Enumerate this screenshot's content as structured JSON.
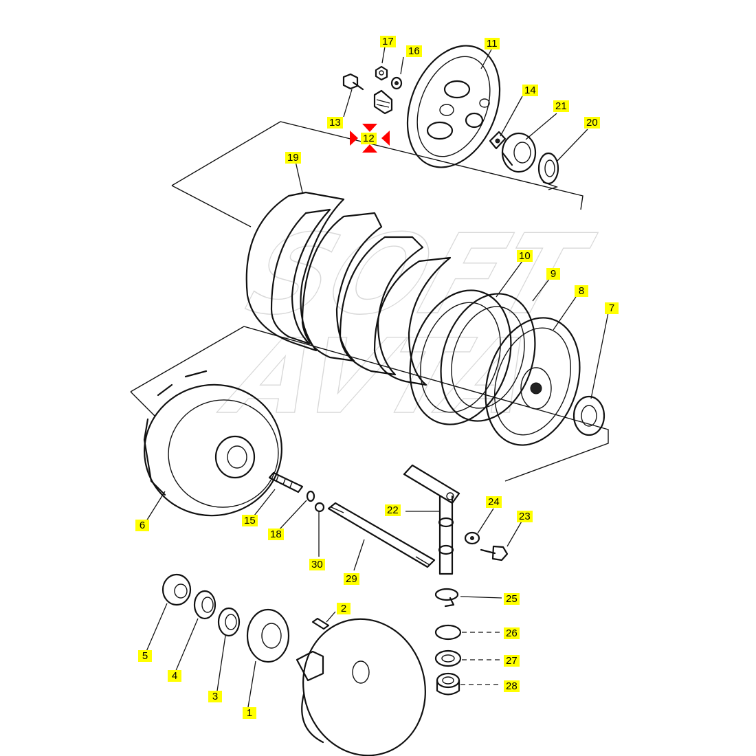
{
  "callouts": [
    {
      "id": "p1",
      "label": "1"
    },
    {
      "id": "p2",
      "label": "2"
    },
    {
      "id": "p3",
      "label": "3"
    },
    {
      "id": "p4",
      "label": "4"
    },
    {
      "id": "p5",
      "label": "5"
    },
    {
      "id": "p6",
      "label": "6"
    },
    {
      "id": "p7",
      "label": "7"
    },
    {
      "id": "p8",
      "label": "8"
    },
    {
      "id": "p9",
      "label": "9"
    },
    {
      "id": "p10",
      "label": "10"
    },
    {
      "id": "p11",
      "label": "11"
    },
    {
      "id": "p12",
      "label": "12"
    },
    {
      "id": "p13",
      "label": "13"
    },
    {
      "id": "p14",
      "label": "14"
    },
    {
      "id": "p15",
      "label": "15"
    },
    {
      "id": "p16",
      "label": "16"
    },
    {
      "id": "p17",
      "label": "17"
    },
    {
      "id": "p18",
      "label": "18"
    },
    {
      "id": "p19",
      "label": "19"
    },
    {
      "id": "p20",
      "label": "20"
    },
    {
      "id": "p21",
      "label": "21"
    },
    {
      "id": "p22",
      "label": "22"
    },
    {
      "id": "p23",
      "label": "23"
    },
    {
      "id": "p24",
      "label": "24"
    },
    {
      "id": "p25",
      "label": "25"
    },
    {
      "id": "p26",
      "label": "26"
    },
    {
      "id": "p27",
      "label": "27"
    },
    {
      "id": "p28",
      "label": "28"
    },
    {
      "id": "p29",
      "label": "29"
    },
    {
      "id": "p30",
      "label": "30"
    }
  ],
  "highlight": {
    "label": "12",
    "marker_color": "#ff0000"
  },
  "colors": {
    "callout_bg": "#ffff00",
    "ink": "#111111",
    "watermark": "#d8d8d8"
  }
}
